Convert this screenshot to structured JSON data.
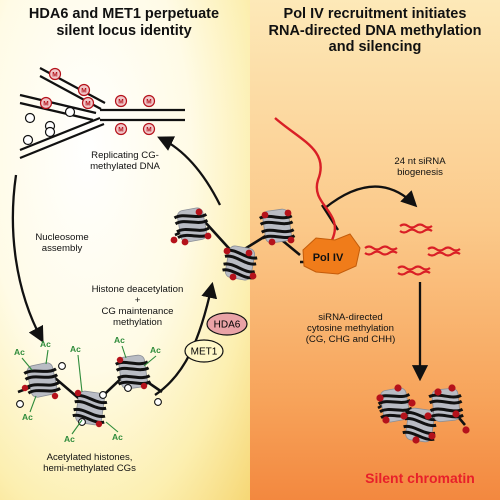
{
  "titles": {
    "left": "HDA6 and MET1 perpetuate\nsilent locus identity",
    "right": "Pol IV recruitment initiates\nRNA-directed DNA methylation\nand silencing"
  },
  "labels": {
    "replicating": "Replicating CG-\nmethylated DNA",
    "nucleosome": "Nucleosome\nassembly",
    "deacetylation": "Histone deacetylation\n+\nCG maintenance\nmethylation",
    "acetylated": "Acetylated histones,\nhemi-methylated CGs",
    "sirna_biogenesis": "24 nt siRNA\nbiogenesis",
    "sirna_directed": "siRNA-directed\ncytosine methylation\n(CG, CHG and CHH)",
    "silent": "Silent chromatin"
  },
  "enzymes": {
    "hda6": "HDA6",
    "met1": "MET1",
    "pol4": "Pol IV"
  },
  "marks": {
    "methyl": "M",
    "acetyl": "Ac"
  },
  "colors": {
    "silent_text": "#e8202a",
    "methyl_red": "#b5121b",
    "pol4_orange": "#f07c1a",
    "hda6_fill": "#e9a3a6",
    "met1_fill": "#fff8c9",
    "acetyl_green": "#2e8b3a",
    "histone_gray": "#b9bcc4",
    "rna_red": "#d91f26"
  }
}
